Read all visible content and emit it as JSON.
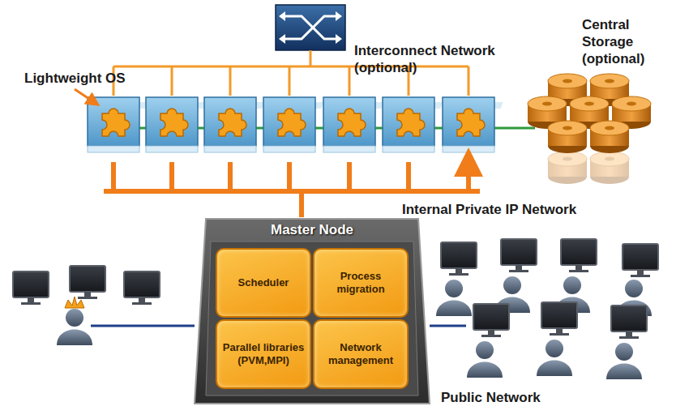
{
  "diagram": {
    "nodes": [
      {
        "text": [
          "Master Node"
        ]
      },
      {
        "text": [
          "Scheduler"
        ],
        "in": 0
      },
      {
        "text": [
          "Process migration"
        ],
        "in": 0
      },
      {
        "text": [
          "Parallel libraries (PVM,MPI)"
        ],
        "in": 0
      },
      {
        "text": [
          "Network management"
        ],
        "in": 0
      }
    ],
    "labels": [
      "Interconnect Network (optional)",
      "Lightweight OS",
      "Central Storage (optional)",
      "Internal Private IP Network",
      "Public Network"
    ]
  }
}
